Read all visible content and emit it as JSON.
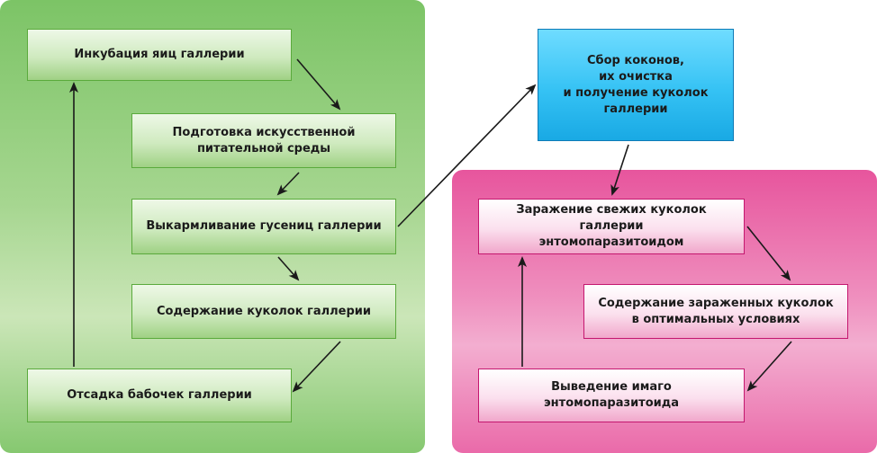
{
  "colors": {
    "green_panel": "#7cc466",
    "pink_panel": "#e7559d",
    "cyan_box": "#35c2f4",
    "arrow": "#1a1a1a"
  },
  "diagram": {
    "gallery_cycle": {
      "incubation": "Инкубация яиц галлерии",
      "medium_prep": "Подготовка искусственной\nпитательной среды",
      "rearing": "Выкармливание гусениц галлерии",
      "pupae_keeping": "Содержание куколок галлерии",
      "moth_release": "Отсадка бабочек галлерии"
    },
    "cocoon_collection": "Сбор коконов,\nих очистка\nи получение куколок\nгаллерии",
    "parasitoid_cycle": {
      "infection": "Заражение свежих куколок галлерии\nэнтомопаразитоидом",
      "infected_keeping": "Содержание зараженных куколок\nв оптимальных условиях",
      "imago_breeding": "Выведение имаго\nэнтомопаразитоида"
    }
  }
}
